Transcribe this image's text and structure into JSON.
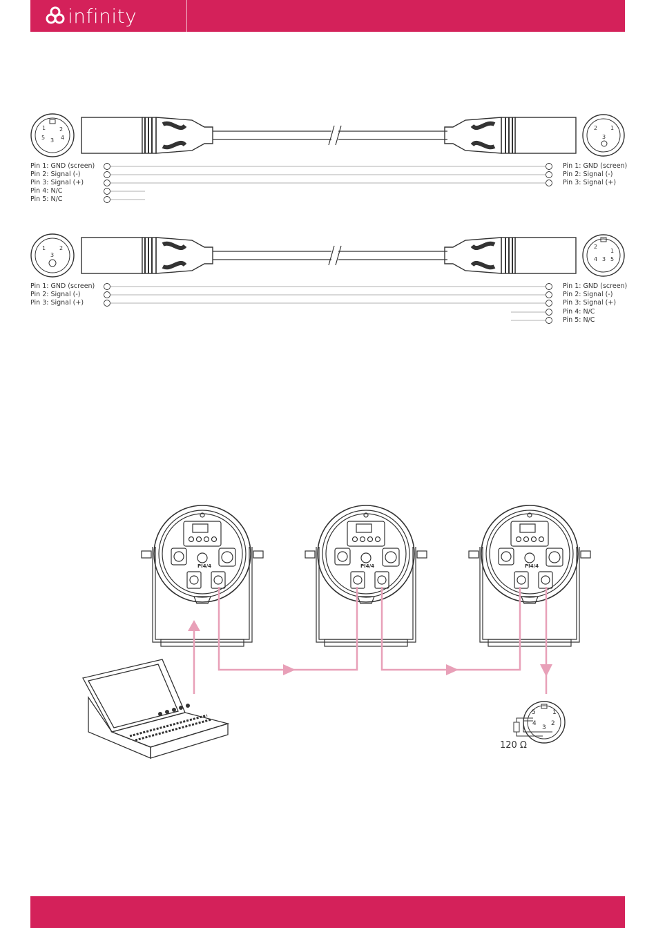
{
  "header": {
    "brand": "infinity"
  },
  "cable1": {
    "left_pins": [
      "Pin 1: GND (screen)",
      "Pin 2: Signal (-)",
      "Pin 3: Signal (+)",
      "Pin 4: N/C",
      "Pin 5: N/C"
    ],
    "right_pins": [
      "Pin 1: GND (screen)",
      "Pin 2: Signal (-)",
      "Pin 3: Signal (+)"
    ],
    "left_connector_pins": [
      "1",
      "2",
      "3",
      "4",
      "5"
    ],
    "right_connector_pins": [
      "1",
      "2",
      "3"
    ]
  },
  "cable2": {
    "left_pins": [
      "Pin 1: GND (screen)",
      "Pin 2: Signal (-)",
      "Pin 3: Signal (+)"
    ],
    "right_pins": [
      "Pin 1: GND (screen)",
      "Pin 2: Signal (-)",
      "Pin 3: Signal (+)",
      "Pin 4: N/C",
      "Pin 5: N/C"
    ],
    "left_connector_pins": [
      "1",
      "2",
      "3"
    ],
    "right_connector_pins": [
      "1",
      "2",
      "3",
      "4",
      "5"
    ]
  },
  "fixtures": [
    {
      "model": "PI4/4"
    },
    {
      "model": "PI4/4"
    },
    {
      "model": "PI4/4"
    }
  ],
  "terminator": {
    "resistor": "120 Ω",
    "pins": [
      "1",
      "2",
      "3",
      "4",
      "5"
    ]
  },
  "colors": {
    "brand": "#d4215a",
    "signal_line": "#e8a0b8",
    "line_art": "#333333"
  }
}
